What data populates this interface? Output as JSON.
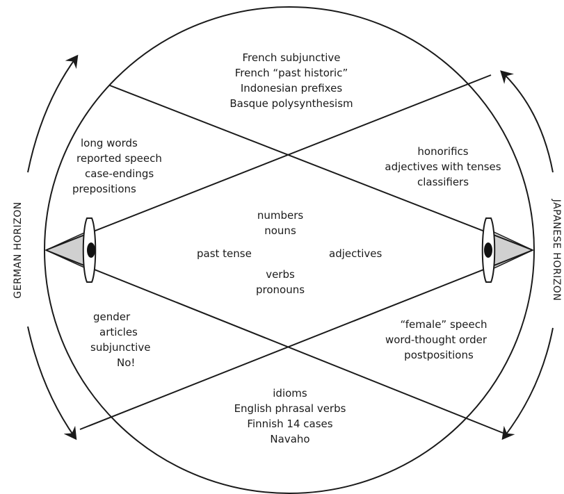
{
  "regions": {
    "top": [
      "French subjunctive",
      "French “past historic”",
      "Indonesian prefixes",
      "Basque polysynthesism"
    ],
    "left": [
      "long words",
      "reported speech",
      "case-endings",
      "prepositions"
    ],
    "right": [
      "honorifics",
      "adjectives with tenses",
      "classifiers"
    ],
    "center": {
      "top": [
        "numbers",
        "nouns"
      ],
      "left": "past tense",
      "right": "adjectives",
      "bottom": [
        "verbs",
        "pronouns"
      ]
    },
    "lower_left": [
      "gender",
      "articles",
      "subjunctive",
      "No!"
    ],
    "lower_right": [
      "“female” speech",
      "word-thought order",
      "postpositions"
    ],
    "bottom": [
      "idioms",
      "English phrasal verbs",
      "Finnish 14 cases",
      "Navaho"
    ]
  },
  "horizons": {
    "left": "GERMAN  HORIZON",
    "right": "JAPANESE  HORIZON"
  },
  "colors": {
    "line": "#1a1a1a",
    "cone_fill": "#d0d0d0",
    "background": "#ffffff"
  }
}
